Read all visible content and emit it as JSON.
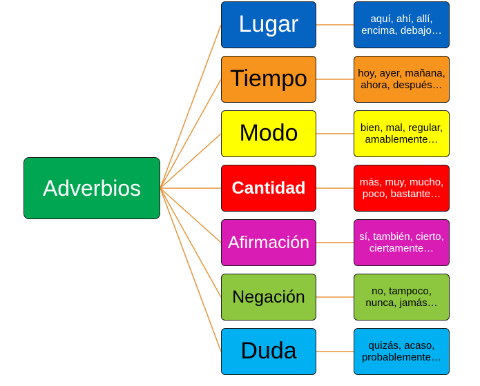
{
  "root": {
    "label": "Adverbios",
    "color": "#00a651",
    "text_color": "#ffffff"
  },
  "connector_color": "#e8943a",
  "categories": [
    {
      "label": "Lugar",
      "color": "#0563c1",
      "text_color": "#ffffff",
      "examples": "aquí, ahí, allí, encima, debajo…",
      "examples_color": "#0563c1",
      "examples_text_color": "#ffffff"
    },
    {
      "label": "Tiempo",
      "color": "#f7941d",
      "text_color": "#000000",
      "examples": "hoy, ayer, mañana, ahora, después…",
      "examples_color": "#f7941d",
      "examples_text_color": "#000000"
    },
    {
      "label": "Modo",
      "color": "#ffff00",
      "text_color": "#000000",
      "examples": "bien, mal, regular, amablemente…",
      "examples_color": "#ffff00",
      "examples_text_color": "#000000"
    },
    {
      "label": "Cantidad",
      "color": "#ff0000",
      "text_color": "#ffffff",
      "examples": "más, muy, mucho, poco, bastante…",
      "examples_color": "#ff0000",
      "examples_text_color": "#ffffff"
    },
    {
      "label": "Afirmación",
      "color": "#d91cb4",
      "text_color": "#ffffff",
      "examples": "sí, también, cierto, ciertamente…",
      "examples_color": "#d91cb4",
      "examples_text_color": "#ffffff"
    },
    {
      "label": "Negación",
      "color": "#8dc63f",
      "text_color": "#000000",
      "examples": "no, tampoco, nunca, jamás…",
      "examples_color": "#8dc63f",
      "examples_text_color": "#000000"
    },
    {
      "label": "Duda",
      "color": "#00b0f0",
      "text_color": "#000000",
      "examples": "quizás, acaso, probablemente…",
      "examples_color": "#00b0f0",
      "examples_text_color": "#000000"
    }
  ]
}
